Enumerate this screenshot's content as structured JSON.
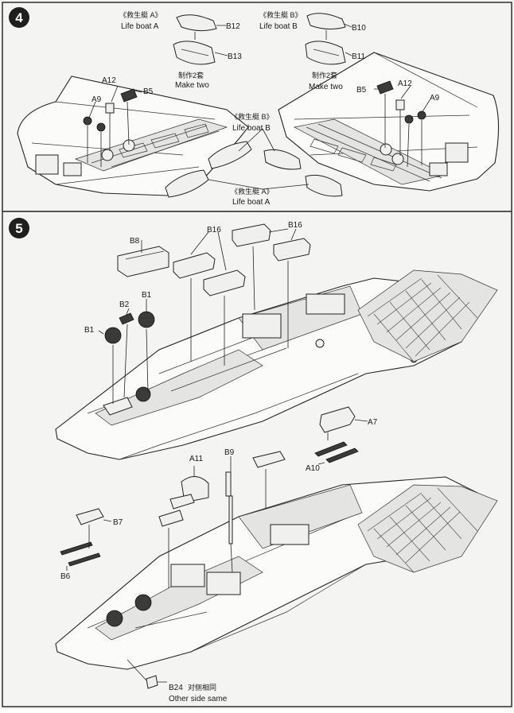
{
  "steps": [
    {
      "number": "4",
      "color": "#1f1f1f"
    },
    {
      "number": "5",
      "color": "#1f1f1f"
    }
  ],
  "step4": {
    "lifeboat_a_left": {
      "cn": "《救生艇 A》",
      "en": "Life boat A"
    },
    "lifeboat_b_right": {
      "cn": "《救生艇 B》",
      "en": "Life boat B"
    },
    "make_two_left": {
      "cn": "制作2套",
      "en": "Make two"
    },
    "make_two_right": {
      "cn": "制作2套",
      "en": "Make two"
    },
    "lifeboat_b_center": {
      "cn": "《救生艇 B》",
      "en": "Life boat B"
    },
    "lifeboat_a_center": {
      "cn": "《救生艇 A》",
      "en": "Life boat A"
    },
    "parts": {
      "b12": "B12",
      "b13": "B13",
      "b10": "B10",
      "b11": "B11",
      "a12_left": "A12",
      "a9_left": "A9",
      "b5_left": "B5",
      "a12_right": "A12",
      "a9_right": "A9",
      "b5_right": "B5"
    }
  },
  "step5": {
    "parts": {
      "b8": "B8",
      "b16_left": "B16",
      "b16_right": "B16",
      "b2": "B2",
      "b1_top": "B1",
      "b1_left": "B1",
      "a7": "A7",
      "a10": "A10",
      "a11": "A11",
      "b9": "B9",
      "b7": "B7",
      "b6": "B6",
      "b24": "B24"
    },
    "other_side": {
      "cn": "对侧相同",
      "en": "Other side same"
    }
  }
}
